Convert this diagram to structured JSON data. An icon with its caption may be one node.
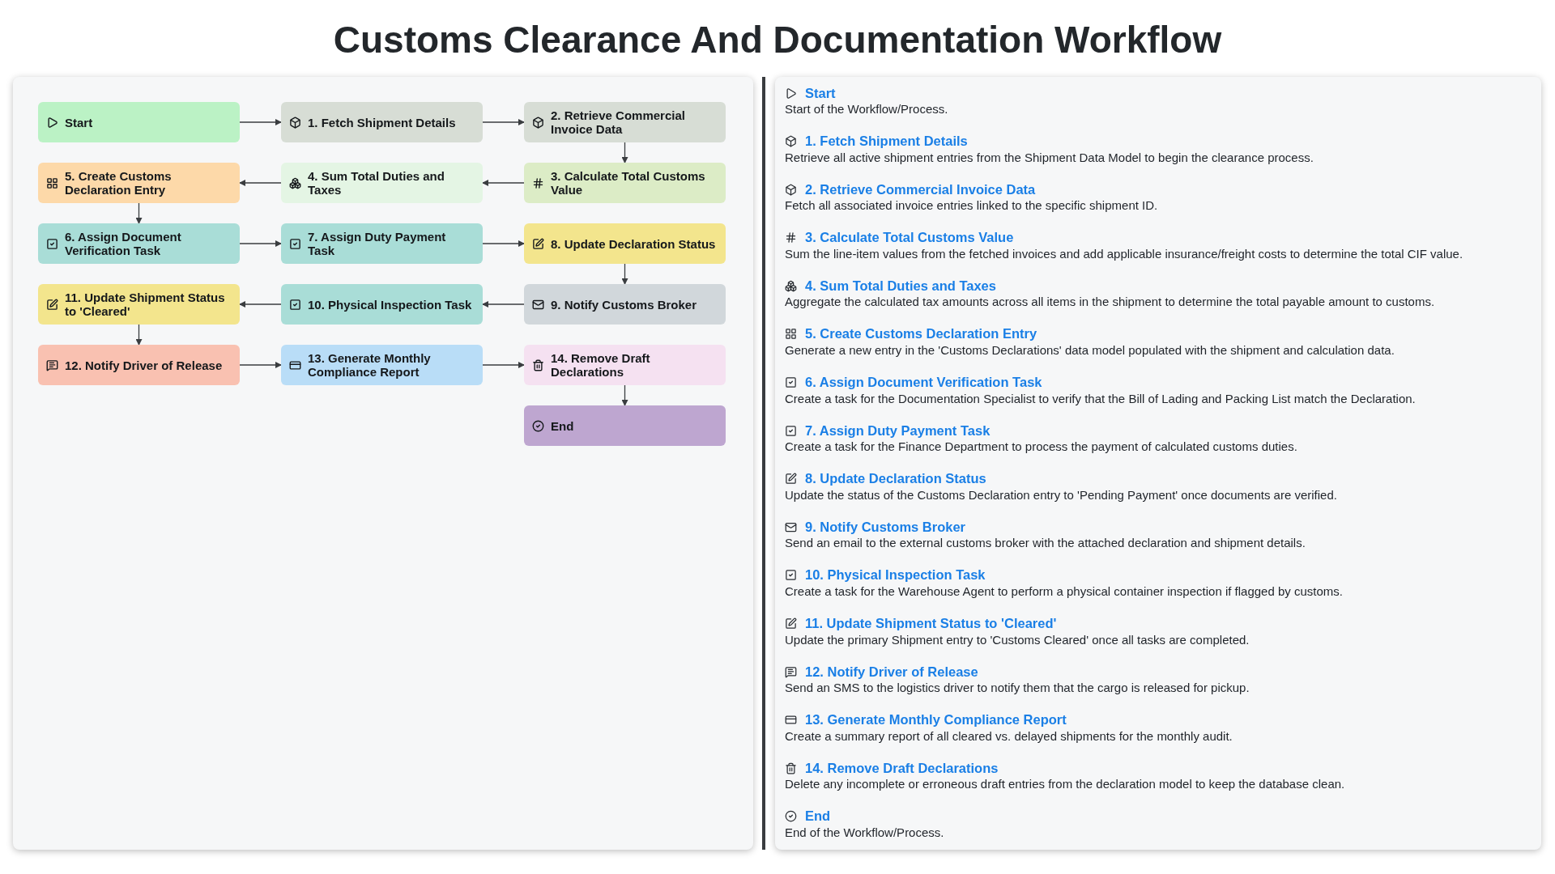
{
  "diagram": {
    "title": "Customs Clearance And Documentation Workflow",
    "nodes": [
      {
        "text": [
          "Start"
        ]
      },
      {
        "text": [
          "1. Fetch Shipment Details"
        ]
      },
      {
        "text": [
          "2. Retrieve Commercial Invoice Data"
        ]
      },
      {
        "text": [
          "3. Calculate Total Customs Value"
        ]
      },
      {
        "text": [
          "4. Sum Total Duties and Taxes"
        ]
      },
      {
        "text": [
          "5. Create Customs Declaration Entry"
        ]
      },
      {
        "text": [
          "6. Assign Document Verification Task"
        ]
      },
      {
        "text": [
          "7. Assign Duty Payment Task"
        ]
      },
      {
        "text": [
          "8. Update Declaration Status"
        ]
      },
      {
        "text": [
          "9. Notify Customs Broker"
        ]
      },
      {
        "text": [
          "10. Physical Inspection Task"
        ]
      },
      {
        "text": [
          "11. Update Shipment Status to 'Cleared'"
        ]
      },
      {
        "text": [
          "12. Notify Driver of Release"
        ]
      },
      {
        "text": [
          "13. Generate Monthly Compliance Report"
        ]
      },
      {
        "text": [
          "14. Remove Draft Declarations"
        ]
      },
      {
        "text": [
          "End"
        ]
      }
    ],
    "edges": [
      {
        "from": 0,
        "to": 1,
        "arrow": "to"
      },
      {
        "from": 1,
        "to": 2,
        "arrow": "to"
      },
      {
        "from": 2,
        "to": 3,
        "arrow": "to"
      },
      {
        "from": 3,
        "to": 4,
        "arrow": "to"
      },
      {
        "from": 4,
        "to": 5,
        "arrow": "to"
      },
      {
        "from": 5,
        "to": 6,
        "arrow": "to"
      },
      {
        "from": 6,
        "to": 7,
        "arrow": "to"
      },
      {
        "from": 7,
        "to": 8,
        "arrow": "to"
      },
      {
        "from": 8,
        "to": 9,
        "arrow": "to"
      },
      {
        "from": 9,
        "to": 10,
        "arrow": "to"
      },
      {
        "from": 10,
        "to": 11,
        "arrow": "to"
      },
      {
        "from": 11,
        "to": 12,
        "arrow": "to"
      },
      {
        "from": 12,
        "to": 13,
        "arrow": "to"
      },
      {
        "from": 13,
        "to": 14,
        "arrow": "to"
      },
      {
        "from": 14,
        "to": 15,
        "arrow": "to"
      }
    ],
    "labels": [
      "Start",
      "Start of the Workflow/Process.",
      "1. Fetch Shipment Details",
      "Retrieve all active shipment entries from the Shipment Data Model to begin the clearance process.",
      "2. Retrieve Commercial Invoice Data",
      "Fetch all associated invoice entries linked to the specific shipment ID.",
      "3. Calculate Total Customs Value",
      "Sum the line-item values from the fetched invoices and add applicable insurance/freight costs to determine the total CIF value.",
      "4. Sum Total Duties and Taxes",
      "Aggregate the calculated tax amounts across all items in the shipment to determine the total payable amount to customs.",
      "5. Create Customs Declaration Entry",
      "Generate a new entry in the 'Customs Declarations' data model populated with the shipment and calculation data.",
      "6. Assign Document Verification Task",
      "Create a task for the Documentation Specialist to verify that the Bill of Lading and Packing List match the Declaration.",
      "7. Assign Duty Payment Task",
      "Create a task for the Finance Department to process the payment of calculated customs duties.",
      "8. Update Declaration Status",
      "Update the status of the Customs Declaration entry to 'Pending Payment' once documents are verified.",
      "9. Notify Customs Broker",
      "Send an email to the external customs broker with the attached declaration and shipment details.",
      "10. Physical Inspection Task",
      "Create a task for the Warehouse Agent to perform a physical container inspection if flagged by customs.",
      "11. Update Shipment Status to 'Cleared'",
      "Update the primary Shipment entry to 'Customs Cleared' once all tasks are completed.",
      "12. Notify Driver of Release",
      "Send an SMS to the logistics driver to notify them that the cargo is released for pickup.",
      "13. Generate Monthly Compliance Report",
      "Create a summary report of all cleared vs. delayed shipments for the monthly audit.",
      "14. Remove Draft Declarations",
      "Delete any incomplete or erroneous draft entries from the declaration model to keep the database clean.",
      "End",
      "End of the Workflow/Process."
    ]
  }
}
